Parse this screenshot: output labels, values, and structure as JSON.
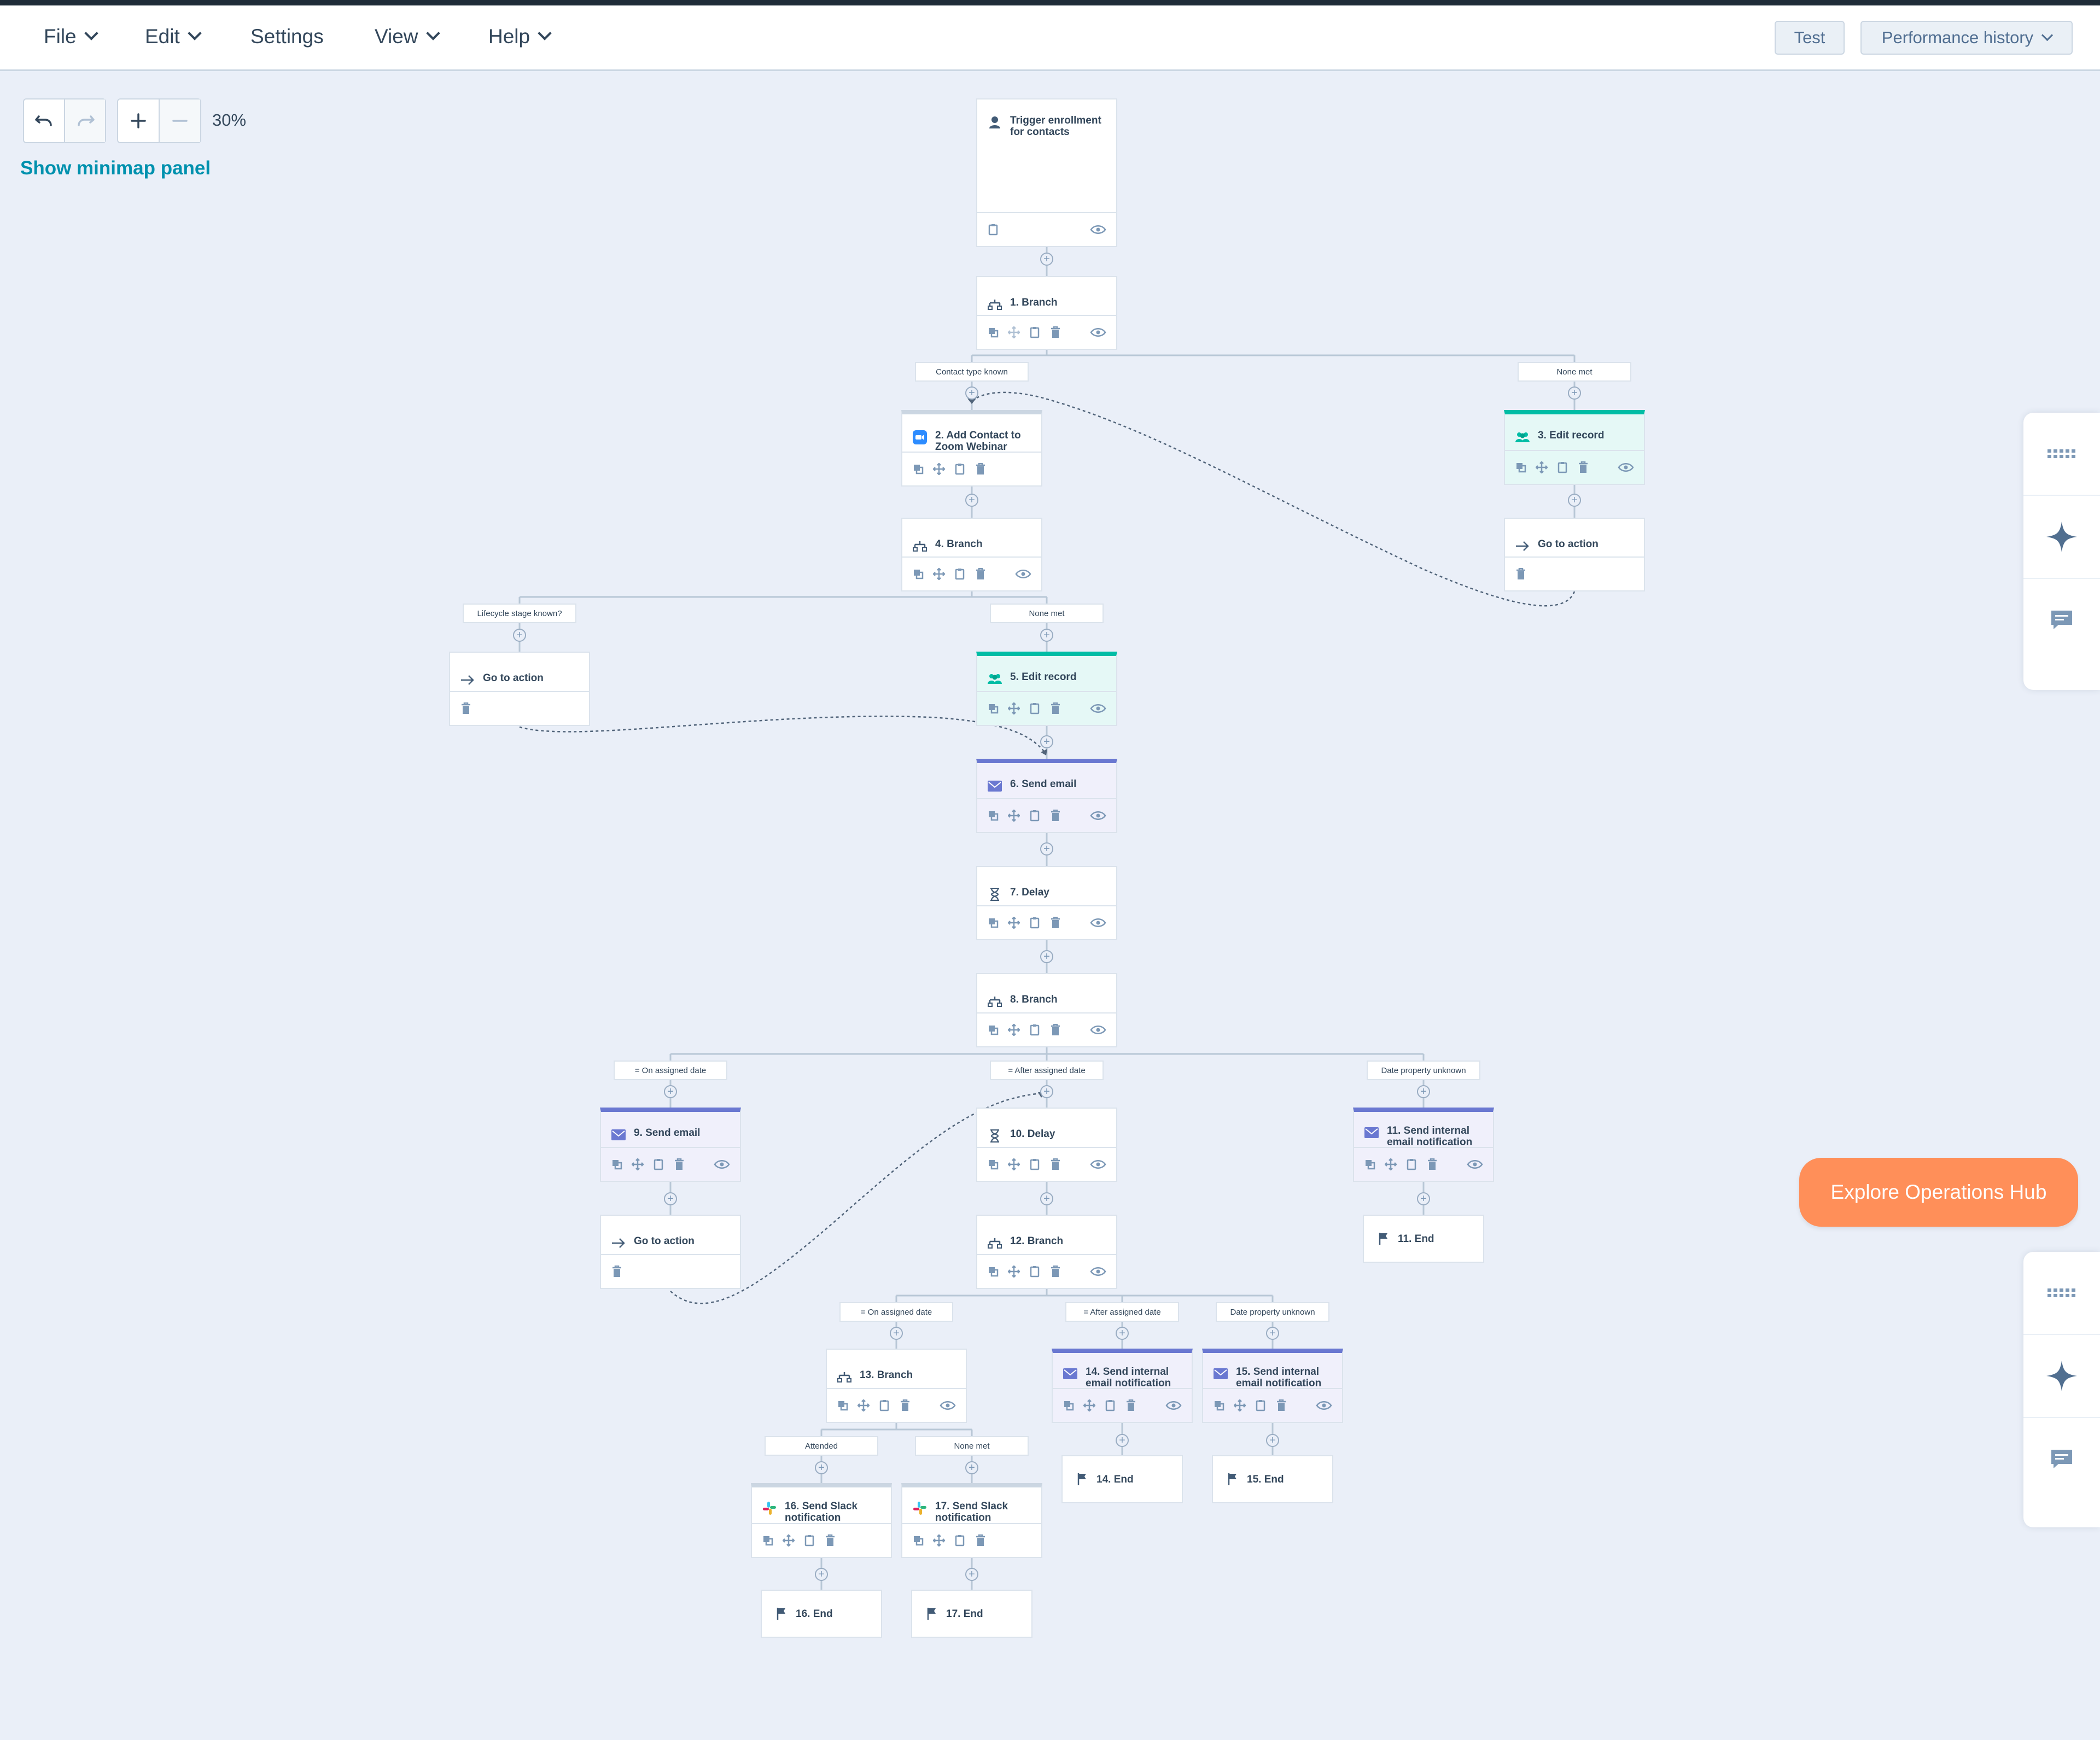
{
  "menu": {
    "file": "File",
    "edit": "Edit",
    "settings": "Settings",
    "view": "View",
    "help": "Help"
  },
  "toolbar": {
    "test": "Test",
    "performance_history": "Performance history"
  },
  "canvas_controls": {
    "zoom": "30%",
    "minimap": "Show minimap panel"
  },
  "explore": "Explore Operations Hub",
  "colors": {
    "accent": "#0091ae",
    "teal": "#00bda5",
    "email": "#6a78d1",
    "explore": "#ff8f59"
  },
  "nodes": {
    "trigger": "Trigger enrollment for contacts",
    "n1": "1. Branch",
    "n2": "2. Add Contact to Zoom Webinar",
    "n3": "3. Edit record",
    "goto_a": "Go to action",
    "n4": "4. Branch",
    "goto_b": "Go to action",
    "n5": "5. Edit record",
    "n6": "6. Send email",
    "n7": "7. Delay",
    "n8": "8. Branch",
    "n9": "9. Send email",
    "n10": "10. Delay",
    "n11": "11. Send internal email notification",
    "goto_c": "Go to action",
    "n12": "12. Branch",
    "end11": "11. End",
    "n13": "13. Branch",
    "n14": "14. Send internal email notification",
    "n15": "15. Send internal email notification",
    "end14": "14. End",
    "end15": "15. End",
    "n16": "16. Send Slack notification",
    "n17": "17. Send Slack notification",
    "end16": "16. End",
    "end17": "17. End"
  },
  "branch_labels": {
    "b1_known": "Contact type known",
    "b1_none": "None met",
    "b4_lifecycle": "Lifecycle stage known?",
    "b4_none": "None met",
    "b8_on": "= On assigned date",
    "b8_after": "= After assigned date",
    "b8_unknown": "Date property unknown",
    "b12_on": "= On assigned date",
    "b12_after": "= After assigned date",
    "b12_unknown": "Date property unknown",
    "b13_attended": "Attended",
    "b13_none": "None met"
  }
}
